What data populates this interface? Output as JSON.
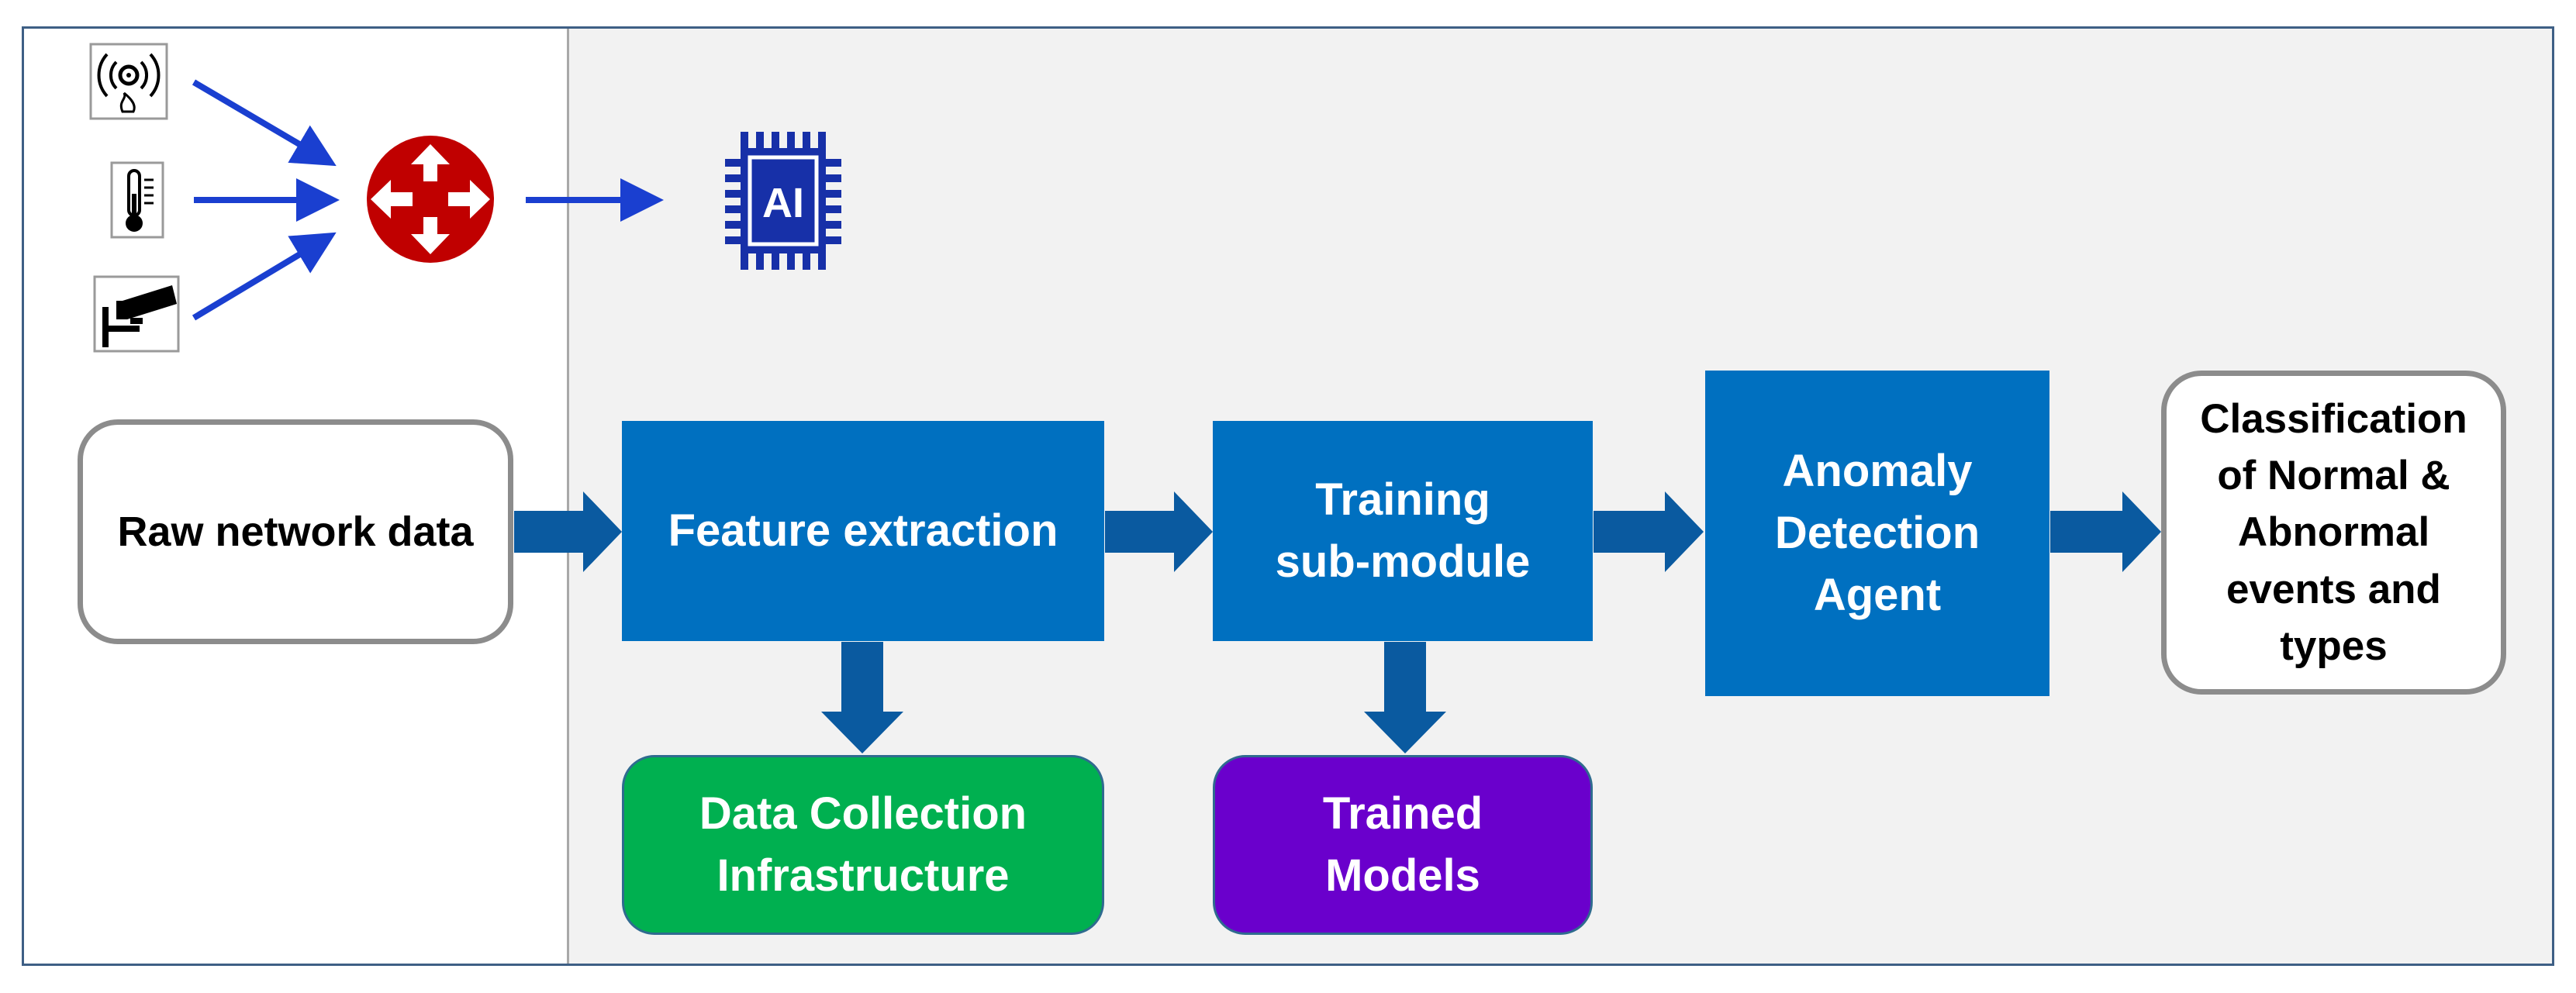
{
  "diagram": {
    "colors": {
      "process_box": "#0070c0",
      "data_collection": "#00b050",
      "trained_models": "#6a00cc",
      "flow_arrow": "#0a5aa0",
      "sensor_arrow": "#1a3fd0",
      "router": "#c00000",
      "chip": "#1730a8",
      "frame_border": "#3e5f85",
      "pipeline_background": "#f2f2f2"
    },
    "icons": {
      "sensor_1": "smoke-detector-icon",
      "sensor_2": "thermometer-icon",
      "sensor_3": "security-camera-icon",
      "gateway": "router-icon",
      "processor": "ai-chip-icon"
    },
    "chip_label": "AI",
    "nodes": {
      "raw_network_data": "Raw network data",
      "feature_extraction": "Feature extraction",
      "training_submodule": "Training\nsub-module",
      "anomaly_detection_agent": "Anomaly\nDetection\nAgent",
      "classification": "Classification\nof Normal &\nAbnormal\nevents and\ntypes",
      "data_collection": "Data Collection\nInfrastructure",
      "trained_models": "Trained\nModels"
    }
  }
}
